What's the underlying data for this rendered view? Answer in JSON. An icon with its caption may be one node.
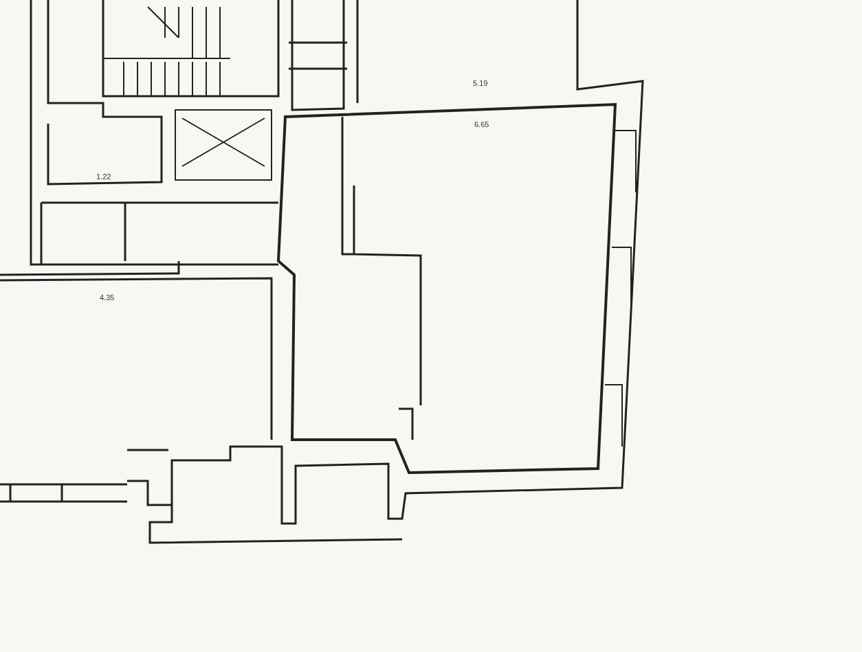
{
  "diagram": {
    "labels": [
      "5.19",
      "6.65",
      "1.22",
      "4.35"
    ]
  }
}
